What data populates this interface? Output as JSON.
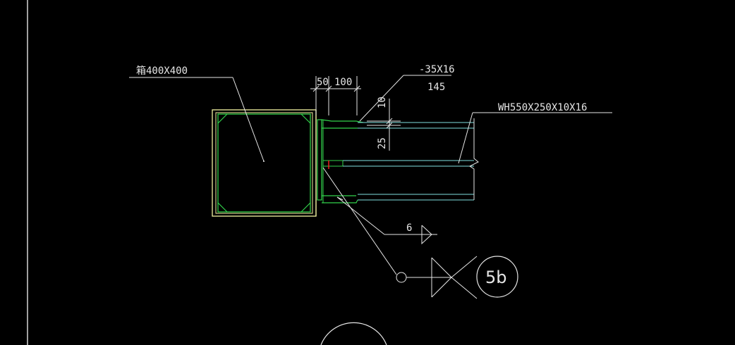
{
  "colors": {
    "background": "#000000",
    "white": "#e6e6e6",
    "yellow": "#f2f2a0",
    "green": "#32d24b",
    "cyan": "#7fe0e0",
    "red": "#ff2020"
  },
  "labels": {
    "column_section": "箱400X400",
    "dim_50": "50",
    "dim_100": "100",
    "plate_spec": "-35X16",
    "plate_length": "145",
    "dim_10": "10",
    "dim_25": "25",
    "beam_section": "WH550X250X10X16",
    "weld_size": "6",
    "detail_ref": "5b"
  }
}
